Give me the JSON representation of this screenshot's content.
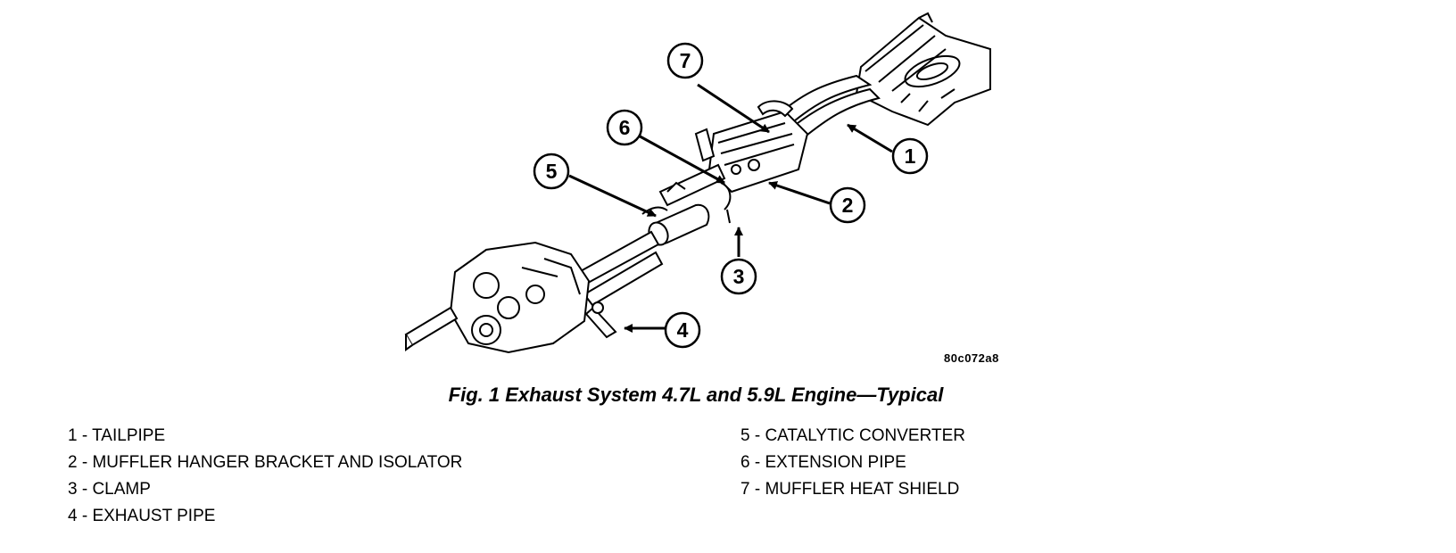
{
  "figure": {
    "code": "80c072a8",
    "caption": "Fig. 1 Exhaust System 4.7L and 5.9L Engine—Typical",
    "callouts": [
      "1",
      "2",
      "3",
      "4",
      "5",
      "6",
      "7"
    ]
  },
  "legend": {
    "left": [
      "1 - TAILPIPE",
      "2 - MUFFLER HANGER BRACKET AND ISOLATOR",
      "3 - CLAMP",
      "4 - EXHAUST PIPE"
    ],
    "right": [
      "5 - CATALYTIC CONVERTER",
      "6 - EXTENSION PIPE",
      "7 - MUFFLER HEAT SHIELD"
    ]
  },
  "colors": {
    "ink": "#000000",
    "paper": "#ffffff"
  }
}
